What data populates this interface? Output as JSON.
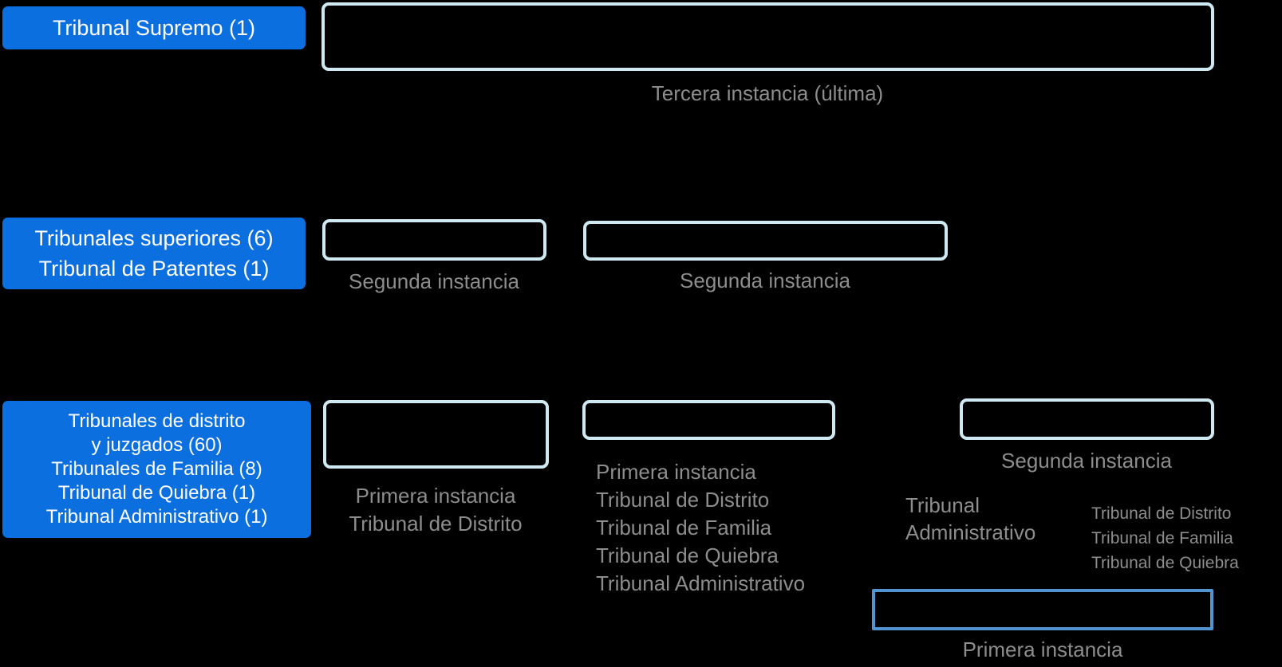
{
  "background": "#000000",
  "palette": {
    "blue_fill": "#0b6fe0",
    "light_box_border": "#cfe9f2",
    "mid_blue_box_border": "#5095d2",
    "caption_gray": "#8d8d8d",
    "box_text_white": "#ffffff"
  },
  "left_column": {
    "supreme_box": {
      "label": "Tribunal Supremo (1)"
    },
    "superior_box": {
      "lines": [
        "Tribunales superiores (6)",
        "Tribunal de Patentes (1)"
      ]
    },
    "district_box": {
      "lines": [
        "Tribunales de distrito",
        "y juzgados (60)",
        "Tribunales de Familia (8)",
        "Tribunal de Quiebra (1)",
        "Tribunal Administrativo (1)"
      ]
    }
  },
  "instances": {
    "third": {
      "caption": "Tercera instancia (última)"
    },
    "second_left": {
      "caption": "Segunda instancia"
    },
    "second_mid": {
      "caption": "Segunda instancia"
    },
    "second_right": {
      "caption": "Segunda instancia"
    },
    "first_left": {
      "lines": [
        "Primera instancia",
        "Tribunal de Distrito"
      ]
    },
    "first_mid": {
      "lines": [
        "Primera instancia",
        "Tribunal de Distrito",
        "Tribunal de Familia",
        "Tribunal de Quiebra",
        "Tribunal Administrativo"
      ]
    },
    "first_bottom": {
      "caption": "Primera instancia"
    }
  },
  "labels": {
    "admin_court": {
      "lines": [
        "Tribunal",
        "Administrativo"
      ]
    },
    "side_courts": {
      "lines": [
        "Tribunal de Distrito",
        "Tribunal de Familia",
        "Tribunal de Quiebra"
      ]
    }
  }
}
